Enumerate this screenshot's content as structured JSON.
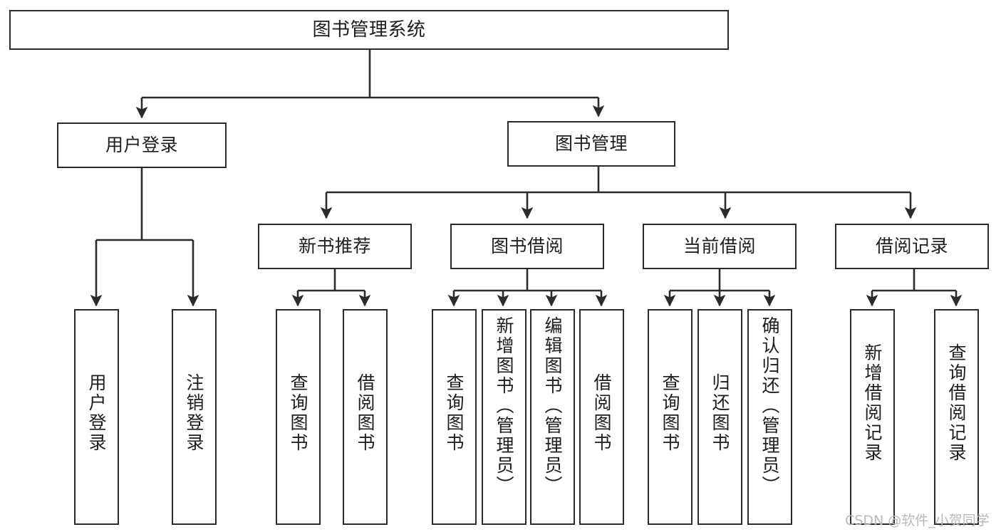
{
  "diagram": {
    "title": "图书管理系统",
    "type": "tree",
    "root": {
      "id": "root",
      "label": "图书管理系统"
    },
    "level1": [
      {
        "id": "user-login",
        "label": "用户登录"
      },
      {
        "id": "book-manage",
        "label": "图书管理"
      }
    ],
    "level2": [
      {
        "id": "new-book-rec",
        "label": "新书推荐",
        "parent": "book-manage"
      },
      {
        "id": "book-borrow",
        "label": "图书借阅",
        "parent": "book-manage"
      },
      {
        "id": "current-borrow",
        "label": "当前借阅",
        "parent": "book-manage"
      },
      {
        "id": "borrow-record",
        "label": "借阅记录",
        "parent": "book-manage"
      }
    ],
    "leaves": [
      {
        "id": "leaf-user-login",
        "label": "用户登录",
        "parent": "user-login"
      },
      {
        "id": "leaf-logout",
        "label": "注销登录",
        "parent": "user-login"
      },
      {
        "id": "leaf-query-book-1",
        "label": "查询图书",
        "parent": "new-book-rec"
      },
      {
        "id": "leaf-borrow-book-1",
        "label": "借阅图书",
        "parent": "new-book-rec"
      },
      {
        "id": "leaf-query-book-2",
        "label": "查询图书",
        "parent": "book-borrow"
      },
      {
        "id": "leaf-add-book",
        "label": "新增图书（管理员）",
        "parent": "book-borrow"
      },
      {
        "id": "leaf-edit-book",
        "label": "编辑图书（管理员）",
        "parent": "book-borrow"
      },
      {
        "id": "leaf-borrow-book-2",
        "label": "借阅图书",
        "parent": "book-borrow"
      },
      {
        "id": "leaf-query-book-3",
        "label": "查询图书",
        "parent": "current-borrow"
      },
      {
        "id": "leaf-return-book",
        "label": "归还图书",
        "parent": "current-borrow"
      },
      {
        "id": "leaf-confirm-return",
        "label": "确认归还（管理员）",
        "parent": "current-borrow"
      },
      {
        "id": "leaf-add-record",
        "label": "新增借阅记录",
        "parent": "borrow-record"
      },
      {
        "id": "leaf-query-record",
        "label": "查询借阅记录",
        "parent": "borrow-record"
      }
    ],
    "watermark": "CSDN @软件_小贺同学",
    "colors": {
      "stroke": "#2b2b2b",
      "fill": "#ffffff",
      "text": "#1d1d1d",
      "watermark": "#b9b9b9"
    }
  }
}
